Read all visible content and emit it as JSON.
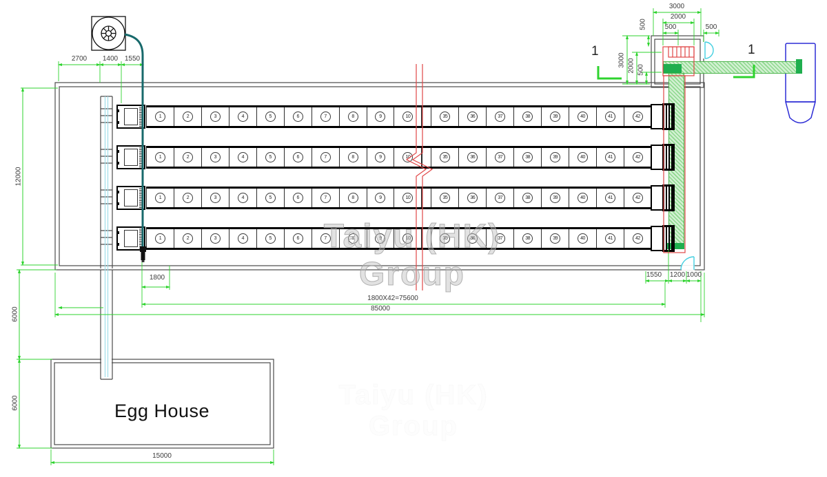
{
  "drawing": {
    "watermark": "Taiyu (HK) Group",
    "egg_house_label": "Egg House",
    "section_marker": "1"
  },
  "cells": {
    "left": [
      "1",
      "2",
      "3",
      "4",
      "5",
      "6",
      "7",
      "8",
      "9",
      "10"
    ],
    "right": [
      "35",
      "36",
      "37",
      "38",
      "39",
      "40",
      "41",
      "42"
    ],
    "row_count": 4
  },
  "dims": {
    "d2700": "2700",
    "d1400": "1400",
    "d1550": "1550",
    "d3000": "3000",
    "d2000": "2000",
    "d500": "500",
    "d12000": "12000",
    "d6000": "6000",
    "d1800": "1800",
    "d75600": "1800X42=75600",
    "d85000": "85000",
    "d1200": "1200",
    "d1000": "1000",
    "d15000": "15000"
  },
  "colors": {
    "dimension": "#2ed32e",
    "pipe": "#17696b",
    "break_line": "#e04545",
    "door": "#42cfe0",
    "silo_outline": "#2b2bd5",
    "conveyor_light": "#8ed98e",
    "conveyor_dark": "#1fae4e",
    "wall": "#4a4a4a",
    "equipment": "#111111",
    "watermark": "#bfbfbf"
  }
}
